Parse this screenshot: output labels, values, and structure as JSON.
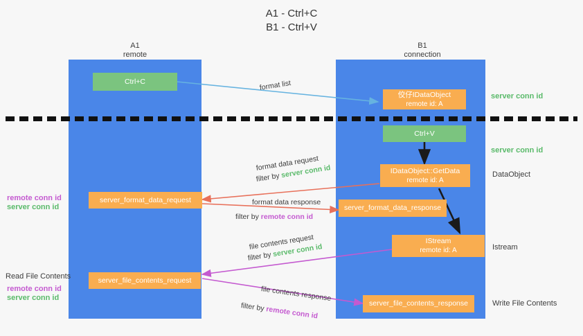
{
  "title": {
    "line1": "A1 - Ctrl+C",
    "line2": "B1 - Ctrl+V"
  },
  "lanes": [
    {
      "name": "A1",
      "sub": "remote"
    },
    {
      "name": "B1",
      "sub": "connection"
    }
  ],
  "boxes": {
    "ctrl_c": {
      "label": "Ctrl+C"
    },
    "ctrl_v": {
      "label": "Ctrl+V"
    },
    "idataobject": {
      "line1": "佼仔IDataObject",
      "line2": "remote id: A"
    },
    "getdata": {
      "line1": "IDataObject::GetData",
      "line2": "remote id: A"
    },
    "istream": {
      "line1": "IStream",
      "line2": "remote id: A"
    },
    "server_format_data_request": {
      "label": "server_format_data_request"
    },
    "server_format_data_response": {
      "label": "server_format_data_response"
    },
    "server_file_contents_request": {
      "label": "server_file_contents_request"
    },
    "server_file_contents_response": {
      "label": "server_file_contents_response"
    }
  },
  "annotations": {
    "format_list": "format list",
    "format_data_request": "format data request",
    "format_data_request_filter_prefix": "filter by ",
    "format_data_request_filter_value": "server conn id",
    "format_data_response": "format data response",
    "format_data_response_filter_prefix": "filter by ",
    "format_data_response_filter_value": "remote conn id",
    "file_contents_request": "file contents request",
    "file_contents_request_filter_prefix": "filter by ",
    "file_contents_request_filter_value": "server conn id",
    "file_contents_response": "file contents response",
    "file_contents_response_filter_prefix": "filter by ",
    "file_contents_response_filter_value": "remote conn id"
  },
  "side_labels": {
    "right_server_conn_id_top": "server conn id",
    "right_server_conn_id_mid": "server conn id",
    "right_dataobject": "DataObject",
    "right_istream": "Istream",
    "right_write_file_contents": "Write File Contents",
    "left_remote_conn_id_1": "remote conn id",
    "left_server_conn_id_1": "server conn id",
    "left_read_file_contents": "Read File Contents",
    "left_remote_conn_id_2": "remote conn id",
    "left_server_conn_id_2": "server conn id"
  },
  "colors": {
    "lane": "#4a86e8",
    "green_box": "#7bc47f",
    "orange_box": "#f9ad50",
    "green_text": "#5aba6a",
    "magenta_text": "#c45ad0",
    "arrow_blue": "#66b3e0",
    "arrow_black": "#1a1a1a",
    "arrow_red": "#e8705a",
    "arrow_magenta": "#c45ad0",
    "background": "#f7f7f7"
  }
}
